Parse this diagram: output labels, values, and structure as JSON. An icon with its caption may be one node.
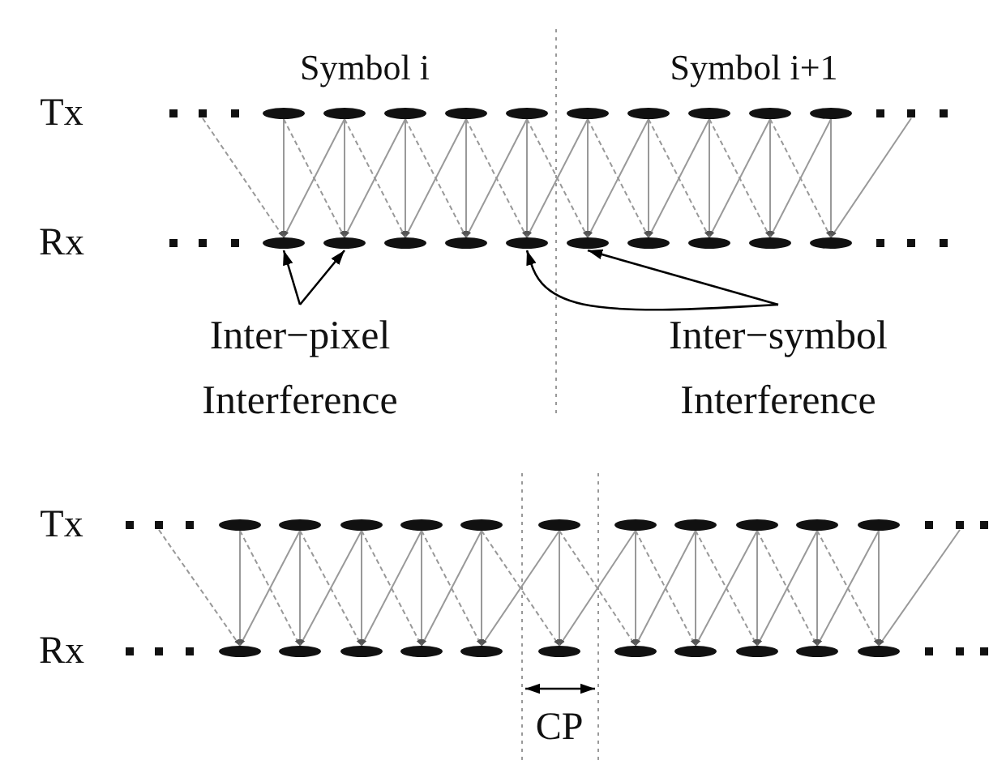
{
  "diagram": {
    "nodes": [
      {
        "text": [],
        "shape": "ellipse"
      },
      {
        "text": [],
        "shape": "ellipse"
      },
      {
        "text": [],
        "shape": "ellipse"
      },
      {
        "text": [],
        "shape": "ellipse"
      },
      {
        "text": [],
        "shape": "ellipse"
      },
      {
        "text": [],
        "shape": "ellipse"
      },
      {
        "text": [],
        "shape": "ellipse"
      },
      {
        "text": [],
        "shape": "ellipse"
      },
      {
        "text": [],
        "shape": "ellipse"
      },
      {
        "text": [],
        "shape": "ellipse"
      },
      {
        "text": [],
        "shape": "ellipse"
      },
      {
        "text": [],
        "shape": "ellipse"
      },
      {
        "text": [],
        "shape": "ellipse"
      },
      {
        "text": [],
        "shape": "ellipse"
      },
      {
        "text": [],
        "shape": "ellipse"
      },
      {
        "text": [],
        "shape": "ellipse"
      },
      {
        "text": [],
        "shape": "ellipse"
      },
      {
        "text": [],
        "shape": "ellipse"
      },
      {
        "text": [],
        "shape": "ellipse"
      },
      {
        "text": [],
        "shape": "ellipse"
      },
      {
        "text": [
          "Inter−pixel Interference"
        ]
      },
      {
        "text": [
          "Inter−symbol Interference"
        ]
      },
      {
        "text": [],
        "shape": "ellipse"
      },
      {
        "text": [],
        "shape": "ellipse"
      },
      {
        "text": [],
        "shape": "ellipse"
      },
      {
        "text": [],
        "shape": "ellipse"
      },
      {
        "text": [],
        "shape": "ellipse"
      },
      {
        "text": [],
        "shape": "ellipse"
      },
      {
        "text": [],
        "shape": "ellipse"
      },
      {
        "text": [],
        "shape": "ellipse"
      },
      {
        "text": [],
        "shape": "ellipse"
      },
      {
        "text": [],
        "shape": "ellipse"
      },
      {
        "text": [],
        "shape": "ellipse"
      },
      {
        "text": [],
        "shape": "ellipse"
      },
      {
        "text": [],
        "shape": "ellipse"
      },
      {
        "text": [],
        "shape": "ellipse"
      },
      {
        "text": [],
        "shape": "ellipse"
      },
      {
        "text": [],
        "shape": "ellipse"
      },
      {
        "text": [],
        "shape": "ellipse"
      },
      {
        "text": [],
        "shape": "ellipse"
      },
      {
        "text": [],
        "shape": "ellipse"
      },
      {
        "text": [],
        "shape": "ellipse"
      },
      {
        "text": [],
        "shape": "ellipse"
      },
      {
        "text": [],
        "shape": "ellipse"
      }
    ],
    "edges": [
      {
        "from": 0,
        "to": 10,
        "arrow": "to"
      },
      {
        "from": 1,
        "to": 11,
        "arrow": "to"
      },
      {
        "from": 2,
        "to": 12,
        "arrow": "to"
      },
      {
        "from": 3,
        "to": 13,
        "arrow": "to"
      },
      {
        "from": 4,
        "to": 14,
        "arrow": "to"
      },
      {
        "from": 5,
        "to": 15,
        "arrow": "to"
      },
      {
        "from": 6,
        "to": 16,
        "arrow": "to"
      },
      {
        "from": 7,
        "to": 17,
        "arrow": "to"
      },
      {
        "from": 8,
        "to": 18,
        "arrow": "to"
      },
      {
        "from": 9,
        "to": 19,
        "arrow": "to"
      },
      {
        "from": 1,
        "to": 10,
        "arrow": "to"
      },
      {
        "from": 2,
        "to": 11,
        "arrow": "to"
      },
      {
        "from": 3,
        "to": 12,
        "arrow": "to"
      },
      {
        "from": 4,
        "to": 13,
        "arrow": "to"
      },
      {
        "from": 5,
        "to": 14,
        "arrow": "to"
      },
      {
        "from": 6,
        "to": 15,
        "arrow": "to"
      },
      {
        "from": 7,
        "to": 16,
        "arrow": "to"
      },
      {
        "from": 8,
        "to": 17,
        "arrow": "to"
      },
      {
        "from": 9,
        "to": 18,
        "arrow": "to"
      },
      {
        "from": 0,
        "to": 11,
        "arrow": "to",
        "style": "dashed"
      },
      {
        "from": 1,
        "to": 12,
        "arrow": "to",
        "style": "dashed"
      },
      {
        "from": 2,
        "to": 13,
        "arrow": "to",
        "style": "dashed"
      },
      {
        "from": 3,
        "to": 14,
        "arrow": "to",
        "style": "dashed"
      },
      {
        "from": 4,
        "to": 15,
        "arrow": "to",
        "style": "dashed"
      },
      {
        "from": 5,
        "to": 16,
        "arrow": "to",
        "style": "dashed"
      },
      {
        "from": 6,
        "to": 17,
        "arrow": "to",
        "style": "dashed"
      },
      {
        "from": 7,
        "to": 18,
        "arrow": "to",
        "style": "dashed"
      },
      {
        "from": 8,
        "to": 19,
        "arrow": "to",
        "style": "dashed"
      },
      {
        "from": null,
        "to": 10,
        "arrow": "to",
        "style": "dashed"
      },
      {
        "from": null,
        "to": 19,
        "arrow": "to"
      },
      {
        "from": 20,
        "to": 10,
        "arrow": "to",
        "color": "#000000"
      },
      {
        "from": 20,
        "to": 11,
        "arrow": "to",
        "color": "#000000"
      },
      {
        "from": 21,
        "to": 14,
        "arrow": "to",
        "color": "#000000"
      },
      {
        "from": 21,
        "to": 15,
        "arrow": "to",
        "color": "#000000"
      },
      {
        "from": 22,
        "to": 33,
        "arrow": "to"
      },
      {
        "from": 23,
        "to": 34,
        "arrow": "to"
      },
      {
        "from": 24,
        "to": 35,
        "arrow": "to"
      },
      {
        "from": 25,
        "to": 36,
        "arrow": "to"
      },
      {
        "from": 26,
        "to": 37,
        "arrow": "to"
      },
      {
        "from": 27,
        "to": 38,
        "arrow": "to"
      },
      {
        "from": 28,
        "to": 39,
        "arrow": "to"
      },
      {
        "from": 29,
        "to": 40,
        "arrow": "to"
      },
      {
        "from": 30,
        "to": 41,
        "arrow": "to"
      },
      {
        "from": 31,
        "to": 42,
        "arrow": "to"
      },
      {
        "from": 32,
        "to": 43,
        "arrow": "to"
      },
      {
        "from": 23,
        "to": 33,
        "arrow": "to"
      },
      {
        "from": 24,
        "to": 34,
        "arrow": "to"
      },
      {
        "from": 25,
        "to": 35,
        "arrow": "to"
      },
      {
        "from": 26,
        "to": 36,
        "arrow": "to"
      },
      {
        "from": 27,
        "to": 37,
        "arrow": "to"
      },
      {
        "from": 28,
        "to": 38,
        "arrow": "to"
      },
      {
        "from": 29,
        "to": 39,
        "arrow": "to"
      },
      {
        "from": 30,
        "to": 40,
        "arrow": "to"
      },
      {
        "from": 31,
        "to": 41,
        "arrow": "to"
      },
      {
        "from": 32,
        "to": 42,
        "arrow": "to"
      },
      {
        "from": 22,
        "to": 34,
        "arrow": "to",
        "style": "dashed"
      },
      {
        "from": 23,
        "to": 35,
        "arrow": "to",
        "style": "dashed"
      },
      {
        "from": 24,
        "to": 36,
        "arrow": "to",
        "style": "dashed"
      },
      {
        "from": 25,
        "to": 37,
        "arrow": "to",
        "style": "dashed"
      },
      {
        "from": 26,
        "to": 38,
        "arrow": "to",
        "style": "dashed"
      },
      {
        "from": 27,
        "to": 39,
        "arrow": "to",
        "style": "dashed"
      },
      {
        "from": 28,
        "to": 40,
        "arrow": "to",
        "style": "dashed"
      },
      {
        "from": 29,
        "to": 41,
        "arrow": "to",
        "style": "dashed"
      },
      {
        "from": 30,
        "to": 42,
        "arrow": "to",
        "style": "dashed"
      },
      {
        "from": 31,
        "to": 43,
        "arrow": "to",
        "style": "dashed"
      },
      {
        "from": null,
        "to": 33,
        "arrow": "to",
        "style": "dashed"
      },
      {
        "from": null,
        "to": 43,
        "arrow": "to"
      }
    ],
    "labels": [
      "Symbol i",
      "Symbol i+1",
      "Tx",
      "Rx",
      "Tx",
      "Rx",
      "CP"
    ]
  }
}
